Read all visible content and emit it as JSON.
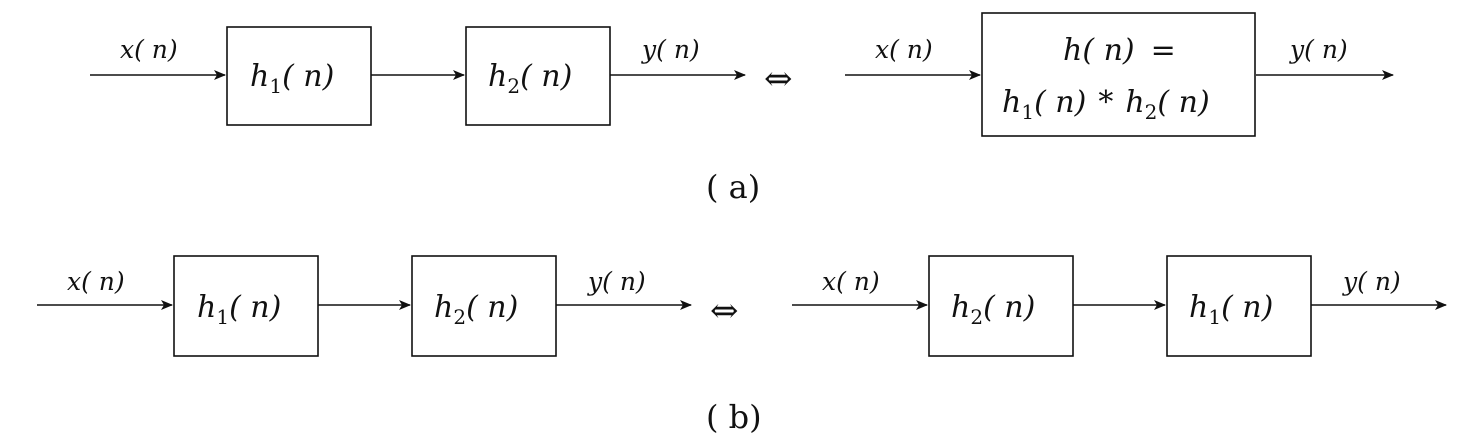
{
  "a": {
    "caption": "( a)",
    "left": {
      "input": "x( n)",
      "block1": {
        "main": "h",
        "sub": "1",
        "arg": "( n)"
      },
      "block2": {
        "main": "h",
        "sub": "2",
        "arg": "( n)"
      },
      "output": "y( n)"
    },
    "equiv": "⇔",
    "right": {
      "input": "x( n)",
      "line1": {
        "main": "h",
        "arg": "( n)",
        "op": "="
      },
      "line2": {
        "main1": "h",
        "sub1": "1",
        "arg1": "( n)",
        "op": "*",
        "main2": "h",
        "sub2": "2",
        "arg2": "( n)"
      },
      "output": "y( n)"
    }
  },
  "b": {
    "caption": "( b)",
    "left": {
      "input": "x( n)",
      "block1": {
        "main": "h",
        "sub": "1",
        "arg": "( n)"
      },
      "block2": {
        "main": "h",
        "sub": "2",
        "arg": "( n)"
      },
      "output": "y( n)"
    },
    "equiv": "⇔",
    "right": {
      "input": "x( n)",
      "block1": {
        "main": "h",
        "sub": "2",
        "arg": "( n)"
      },
      "block2": {
        "main": "h",
        "sub": "1",
        "arg": "( n)"
      },
      "output": "y( n)"
    }
  }
}
